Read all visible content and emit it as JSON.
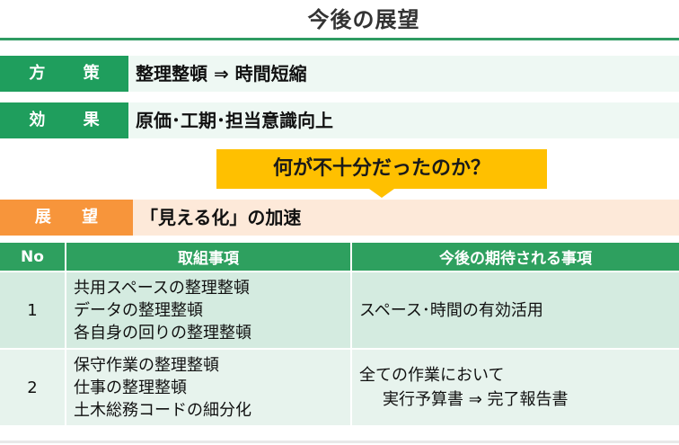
{
  "page": {
    "title": "今後の展望"
  },
  "policy": {
    "label": "方 策",
    "text": "整理整頓  ⇒  時間短縮"
  },
  "effect": {
    "label": "効 果",
    "text": "原価･工期･担当意識向上"
  },
  "banner": {
    "text": "何が不十分だったのか？"
  },
  "outlook": {
    "label": "展 望",
    "text": "「見える化」の加速"
  },
  "table": {
    "headers": [
      "No",
      "取組事項",
      "今後の期待される事項"
    ],
    "rows": [
      {
        "no": "1",
        "items": [
          "共用スペースの整理整頓",
          "データの整理整頓",
          "各自身の回りの整理整頓"
        ],
        "expected": [
          "スペース･時間の有効活用"
        ]
      },
      {
        "no": "2",
        "items": [
          "保守作業の整理整頓",
          "仕事の整理整頓",
          "土木総務コードの細分化"
        ],
        "expected": [
          "全ての作業において",
          "実行予算書  ⇒  完了報告書"
        ]
      }
    ]
  },
  "colors": {
    "green_header": "#1f9e5d",
    "green_light": "#eef8f3",
    "orange": "#f7953b",
    "orange_light": "#fde9d9",
    "banner_yellow": "#ffc000"
  }
}
